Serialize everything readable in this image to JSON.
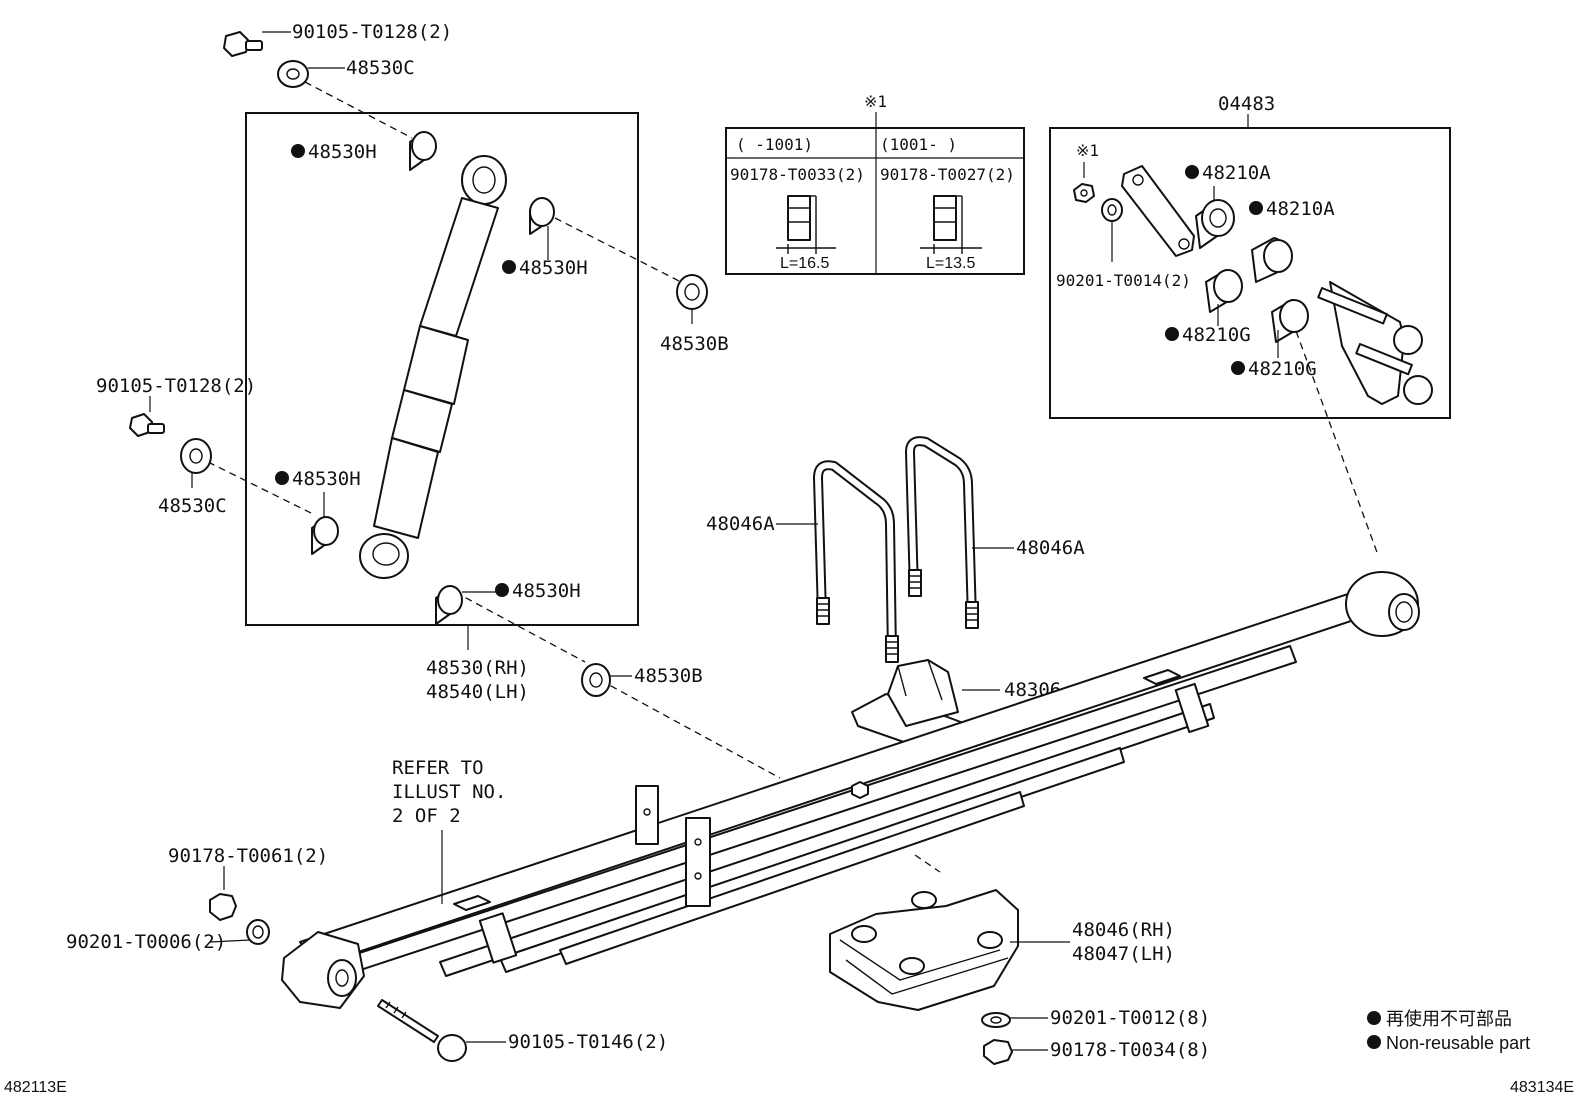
{
  "labels": {
    "bolt_top": "90105-T0128(2)",
    "washer_top": "48530C",
    "bush_h_1": "48530H",
    "bush_h_2": "48530H",
    "retainer_b_1": "48530B",
    "bolt_left": "90105-T0128(2)",
    "washer_left": "48530C",
    "bush_h_3": "48530H",
    "bush_h_4": "48530H",
    "absorber_rh": "48530(RH)",
    "absorber_lh": "48540(LH)",
    "retainer_b_2": "48530B",
    "ubolt_left": "48046A",
    "ubolt_right": "48046A",
    "bumper": "48306",
    "kit": "04483",
    "kit_note": "※1",
    "kit_bush_a1": "48210A",
    "kit_bush_a2": "48210A",
    "kit_bush_g1": "48210G",
    "kit_bush_g2": "48210G",
    "kit_washer": "90201-T0014(2)",
    "refer_line1": "REFER TO",
    "refer_line2": "ILLUST NO.",
    "refer_line3": "2 OF 2",
    "nut_left": "90178-T0061(2)",
    "washer_eye": "90201-T0006(2)",
    "eye_bolt": "90105-T0146(2)",
    "seat_rh": "48046(RH)",
    "seat_lh": "48047(LH)",
    "seat_washer": "90201-T0012(8)",
    "seat_nut": "90178-T0034(8)"
  },
  "table": {
    "note": "※1",
    "col1_head": "(      -1001)",
    "col2_head": "(1001-      )",
    "col1_part": "90178-T0033(2)",
    "col2_part": "90178-T0027(2)",
    "col1_len": "L=16.5",
    "col2_len": "L=13.5"
  },
  "legend": {
    "jp": "再使用不可部品",
    "en": "Non-reusable part"
  },
  "footer": {
    "left_code": "482113E",
    "right_code": "483134E"
  }
}
